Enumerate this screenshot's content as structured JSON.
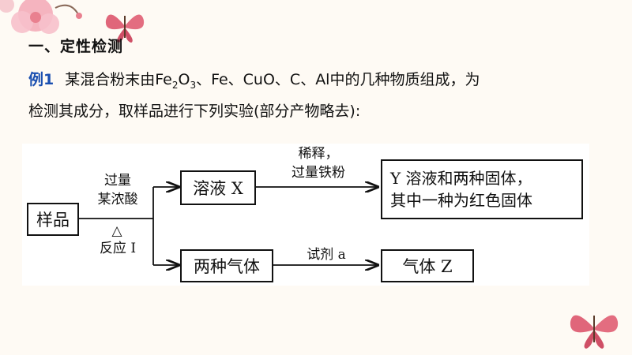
{
  "section": {
    "heading": "一、定性检测"
  },
  "example": {
    "label": "例1",
    "line1_prefix": "某混合粉末由Fe",
    "line1_sub1": "2",
    "line1_o": "O",
    "line1_sub2": "3",
    "line1_suffix": "、Fe、CuO、C、Al中的几种物质组成，为",
    "line2": "检测其成分，取样品进行下列实验(部分产物略去):"
  },
  "diagram": {
    "sample": "样品",
    "cond_top1": "过量",
    "cond_top2": "某浓酸",
    "cond_delta": "△",
    "cond_bottom": "反应 I",
    "solution_x": "溶液 X",
    "two_gases": "两种气体",
    "cond_dilute1": "稀释，",
    "cond_dilute2": "过量铁粉",
    "reagent_a": "试剂 a",
    "y_line1": "Y 溶液和两种固体，",
    "y_line2": "其中一种为红色固体",
    "gas_z": "气体 Z"
  },
  "colors": {
    "accent": "#1a4fb0",
    "background": "#fefaf4"
  },
  "decorations": [
    "flower-icon",
    "butterfly-icon",
    "butterfly-icon"
  ]
}
